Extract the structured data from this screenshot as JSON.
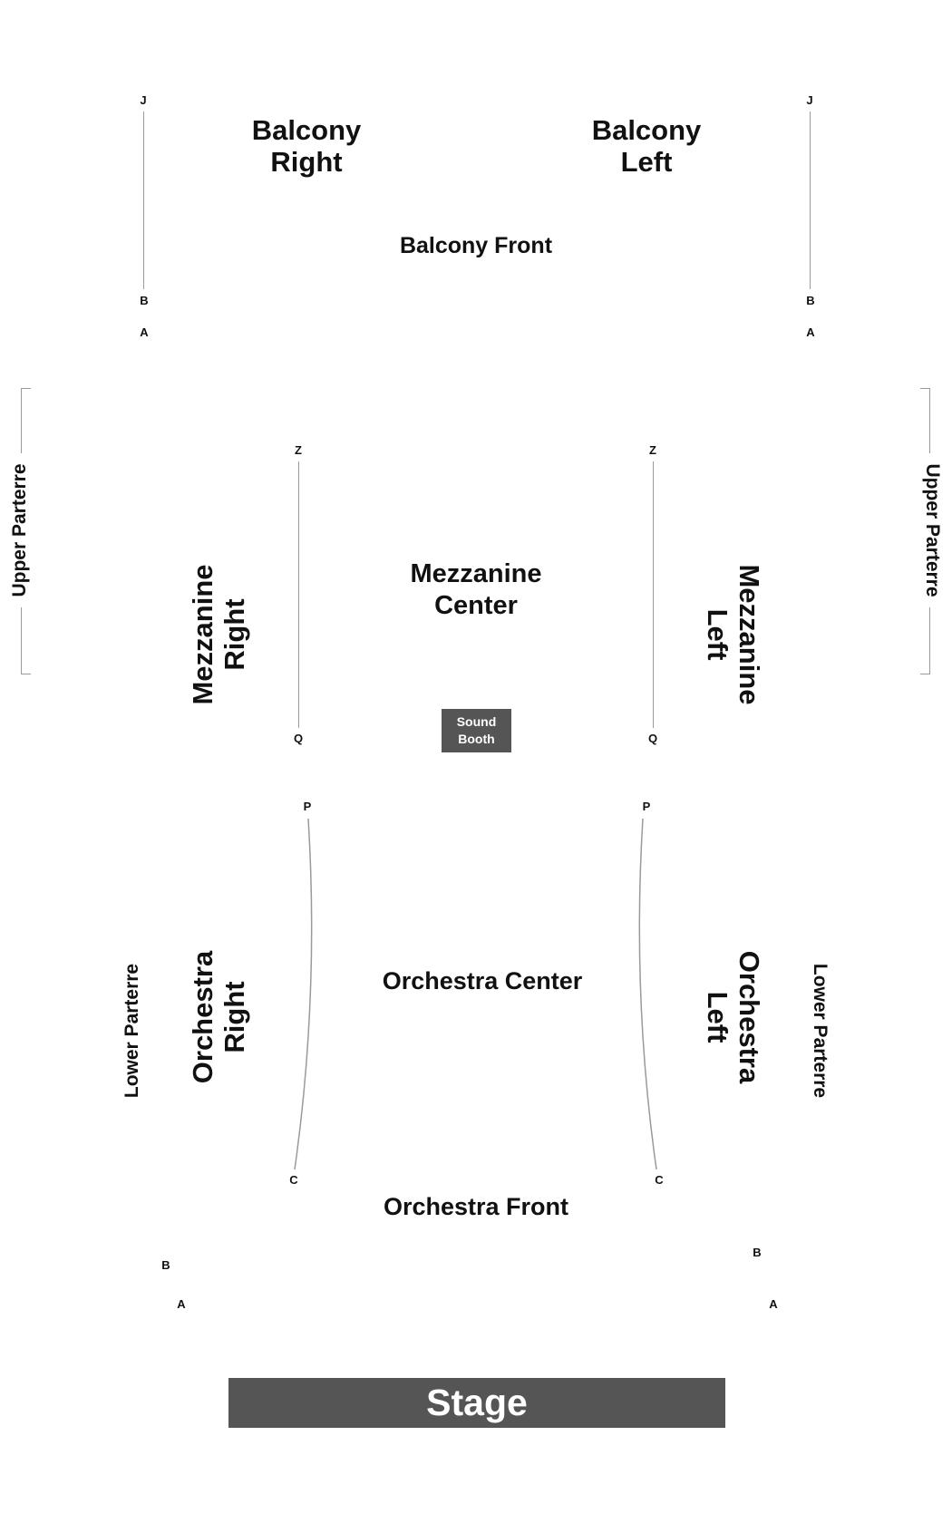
{
  "balcony": {
    "right_label": "Balcony\nRight",
    "left_label": "Balcony\nLeft",
    "front_label": "Balcony Front",
    "rows": {
      "top": "J",
      "bottom": "B",
      "first": "A"
    }
  },
  "mezzanine": {
    "center_label": "Mezzanine\nCenter",
    "right_label": "Mezzanine\nRight",
    "left_label": "Mezzanine\nLeft",
    "rows": {
      "top": "Z",
      "bottom": "Q"
    }
  },
  "upper_parterre": {
    "label": "Upper Parterre"
  },
  "sound_booth": {
    "label": "Sound\nBooth"
  },
  "orchestra": {
    "center_label": "Orchestra Center",
    "right_label": "Orchestra\nRight",
    "left_label": "Orchestra\nLeft",
    "front_label": "Orchestra Front",
    "rows": {
      "top": "P",
      "bottom": "C",
      "b": "B",
      "a": "A"
    }
  },
  "lower_parterre": {
    "label": "Lower Parterre"
  },
  "stage": {
    "label": "Stage"
  },
  "colors": {
    "stage_fill": "#555555",
    "booth_fill": "#555555",
    "row_line": "#9a9a9a",
    "text": "#111111"
  }
}
